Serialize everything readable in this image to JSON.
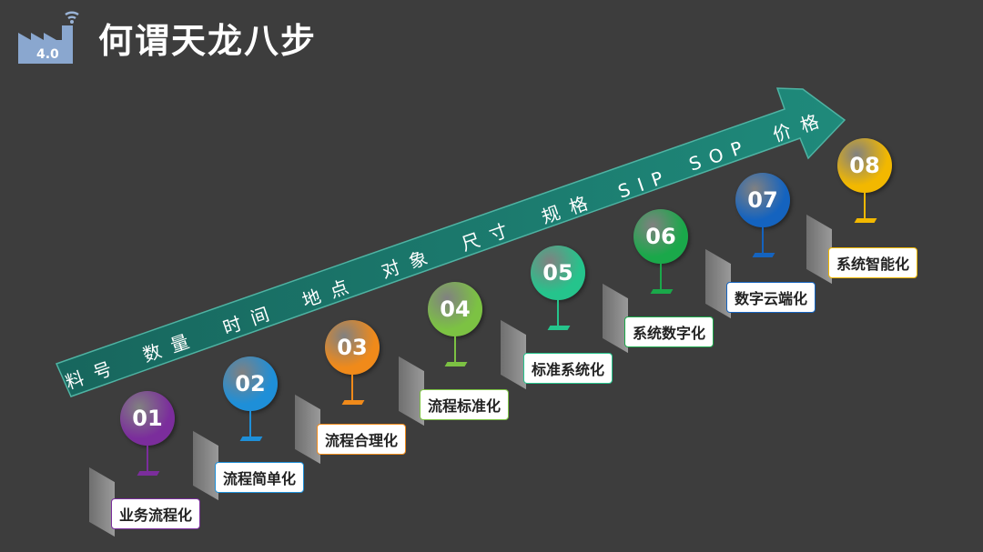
{
  "title": "何谓天龙八步",
  "logo": {
    "text": "4.0",
    "icon": "factory-wifi-icon"
  },
  "arrow": {
    "labels": [
      "料号",
      "数量",
      "时间",
      "地点",
      "对象",
      "尺寸",
      "规格",
      "SIP",
      "SOP",
      "价格"
    ],
    "color": "#1f7a6e"
  },
  "steps": [
    {
      "num": "01",
      "label": "业务流程化",
      "color": "#7b2d9c",
      "border": "#7b2d9c"
    },
    {
      "num": "02",
      "label": "流程简单化",
      "color": "#1e8fd8",
      "border": "#1e8fd8"
    },
    {
      "num": "03",
      "label": "流程合理化",
      "color": "#f08a1a",
      "border": "#f08a1a"
    },
    {
      "num": "04",
      "label": "流程标准化",
      "color": "#7cc243",
      "border": "#7cc243"
    },
    {
      "num": "05",
      "label": "标准系统化",
      "color": "#25c48c",
      "border": "#25c48c"
    },
    {
      "num": "06",
      "label": "系统数字化",
      "color": "#1aa84a",
      "border": "#1aa84a"
    },
    {
      "num": "07",
      "label": "数字云端化",
      "color": "#1463bf",
      "border": "#1463bf"
    },
    {
      "num": "08",
      "label": "系统智能化",
      "color": "#f2b800",
      "border": "#f2b800"
    }
  ]
}
